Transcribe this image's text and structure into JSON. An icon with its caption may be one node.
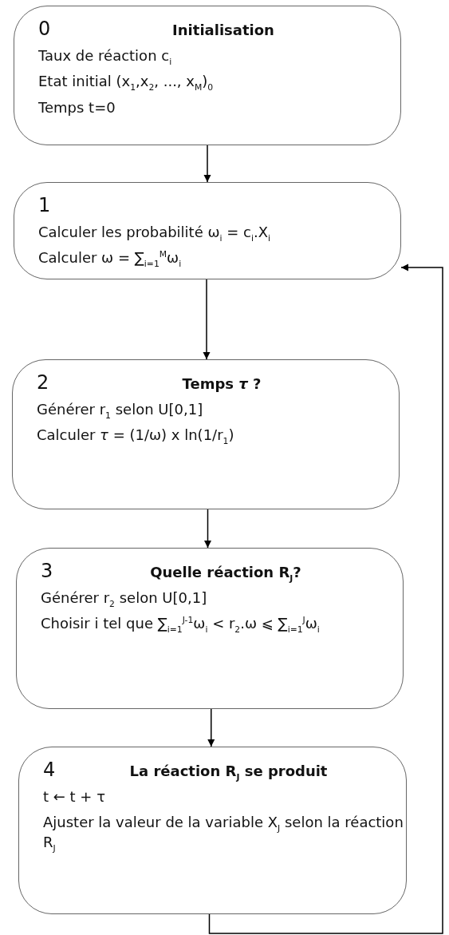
{
  "diagram": {
    "nodes": [
      {
        "text": [
          "0",
          "Initialisation",
          "Taux de réaction c$_{i}$",
          "Etat initial (x$_{1}$,x$_{2}$, ..., x$_{M}$)$_{0}$",
          "Temps t=0"
        ]
      },
      {
        "text": [
          "1",
          "Calculer les probabilité ω$_{i}$ = c$_{i}$.X$_{i}$",
          "Calculer ω = ∑$_{i=1}$$^{M}$ω$_{i}$"
        ]
      },
      {
        "text": [
          "2",
          "Temps *τ* ?",
          "Générer r$_{1}$ selon U[0,1]",
          "Calculer *τ* = (1/ω) x ln(1/r$_{1}$)"
        ]
      },
      {
        "text": [
          "3",
          "Quelle réaction R$_{J}$?",
          "Générer r$_{2}$ selon U[0,1]",
          "Choisir i tel que ∑$_{i=1}$$^{J-1}$ω$_{i}$ < r$_{2}$.ω ⩽ ∑$_{i=1}$$^{J}$ω$_{i}$"
        ]
      },
      {
        "text": [
          "4",
          "La réaction R$_{J}$ se produit",
          "t ← t + τ",
          "Ajuster la valeur de la variable X$_{J}$ selon la réaction R$_{J}$"
        ]
      }
    ],
    "edges": [
      {
        "from": 0,
        "to": 1,
        "arrow": "to"
      },
      {
        "from": 1,
        "to": 2,
        "arrow": "to"
      },
      {
        "from": 2,
        "to": 3,
        "arrow": "to"
      },
      {
        "from": 3,
        "to": 4,
        "arrow": "to"
      },
      {
        "from": 4,
        "to": 1,
        "arrow": "to"
      }
    ]
  }
}
